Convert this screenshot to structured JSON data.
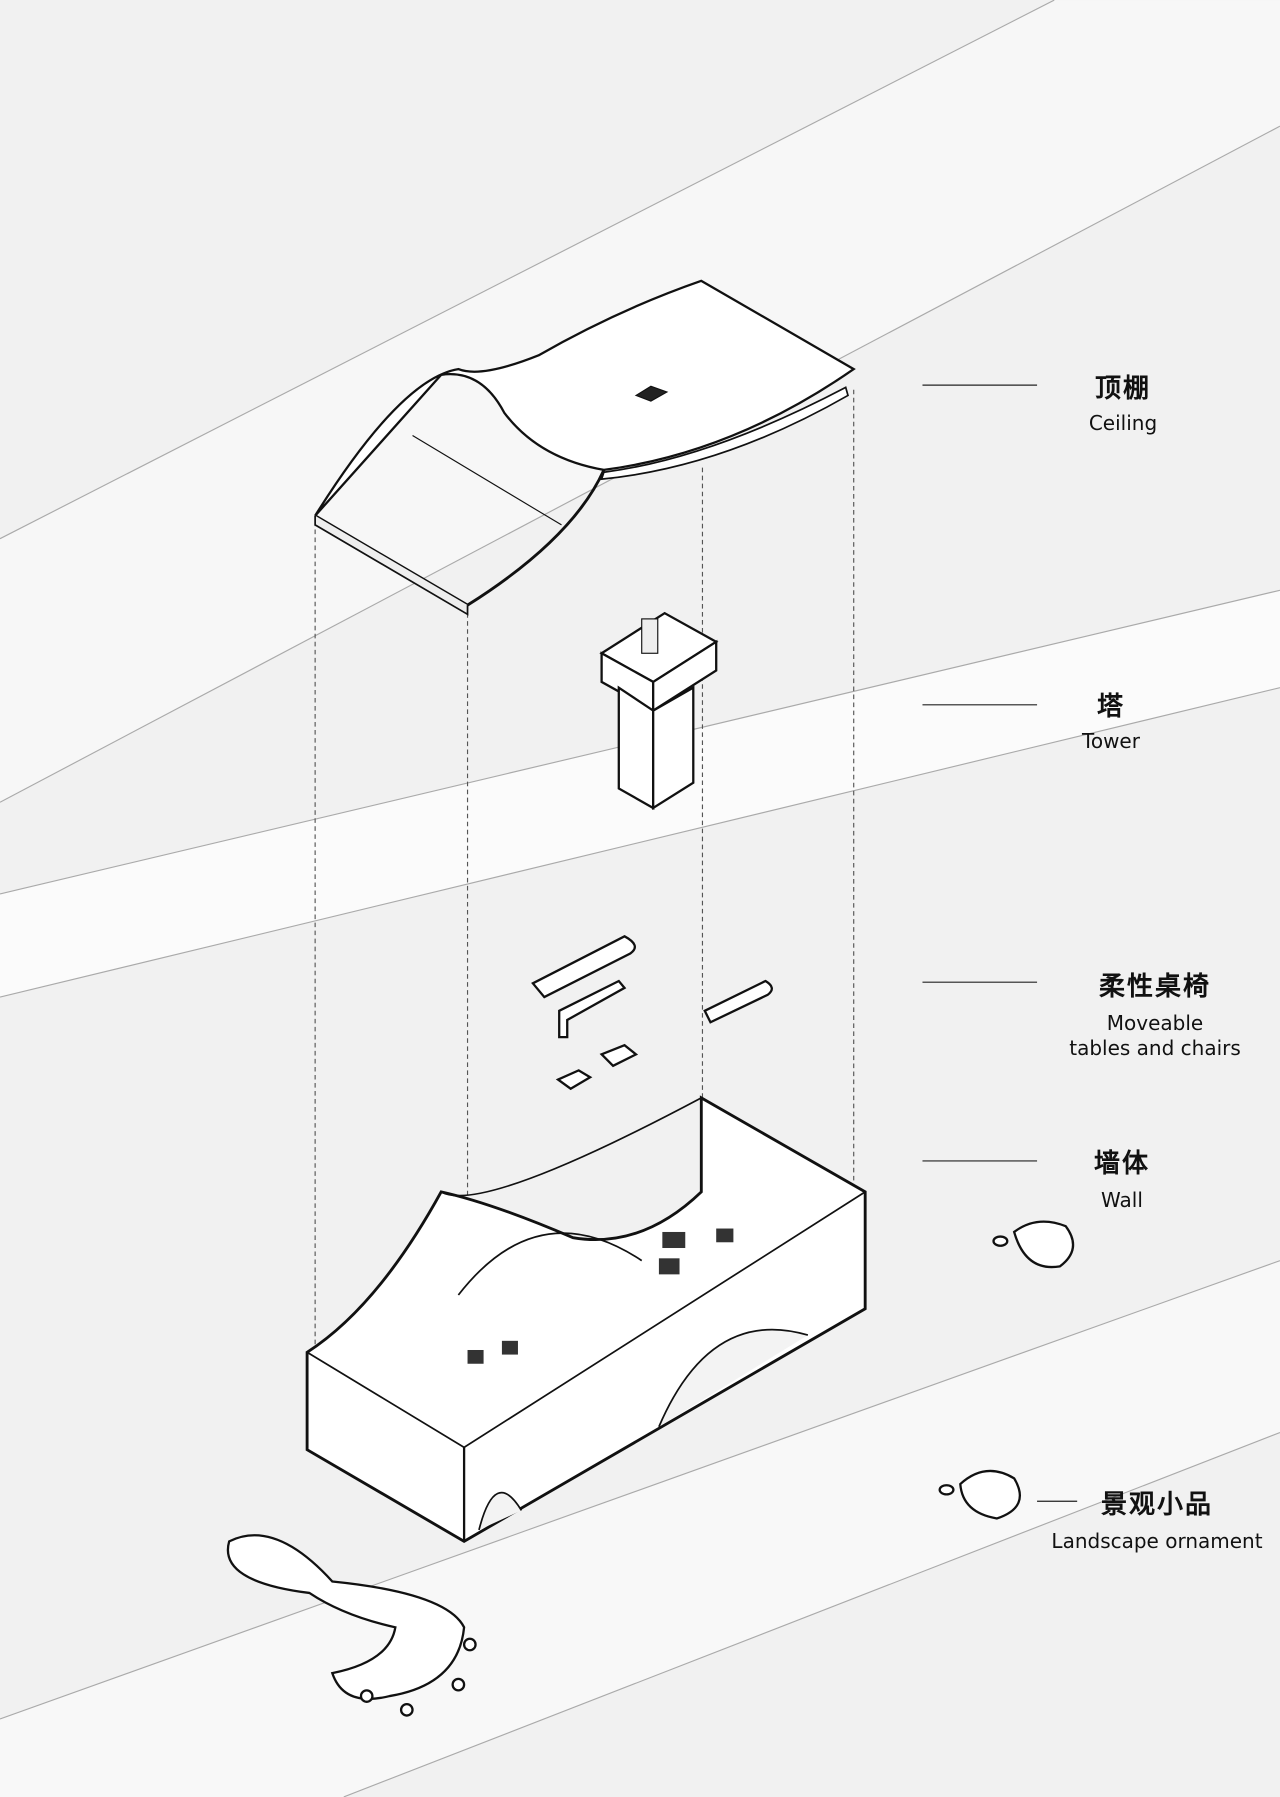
{
  "colors": {
    "background": "#f1f1f1",
    "band": "#fafafa",
    "line": "#111111",
    "guide": "#555555"
  },
  "layers": [
    {
      "zh": "顶棚",
      "en": "Ceiling"
    },
    {
      "zh": "塔",
      "en": "Tower"
    },
    {
      "zh": "柔性桌椅",
      "en": "Moveable tables and chairs"
    },
    {
      "zh": "墙体",
      "en": "Wall"
    },
    {
      "zh": "景观小品",
      "en": "Landscape ornament"
    }
  ],
  "moveable_en_lines": [
    "Moveable",
    "tables and chairs"
  ]
}
